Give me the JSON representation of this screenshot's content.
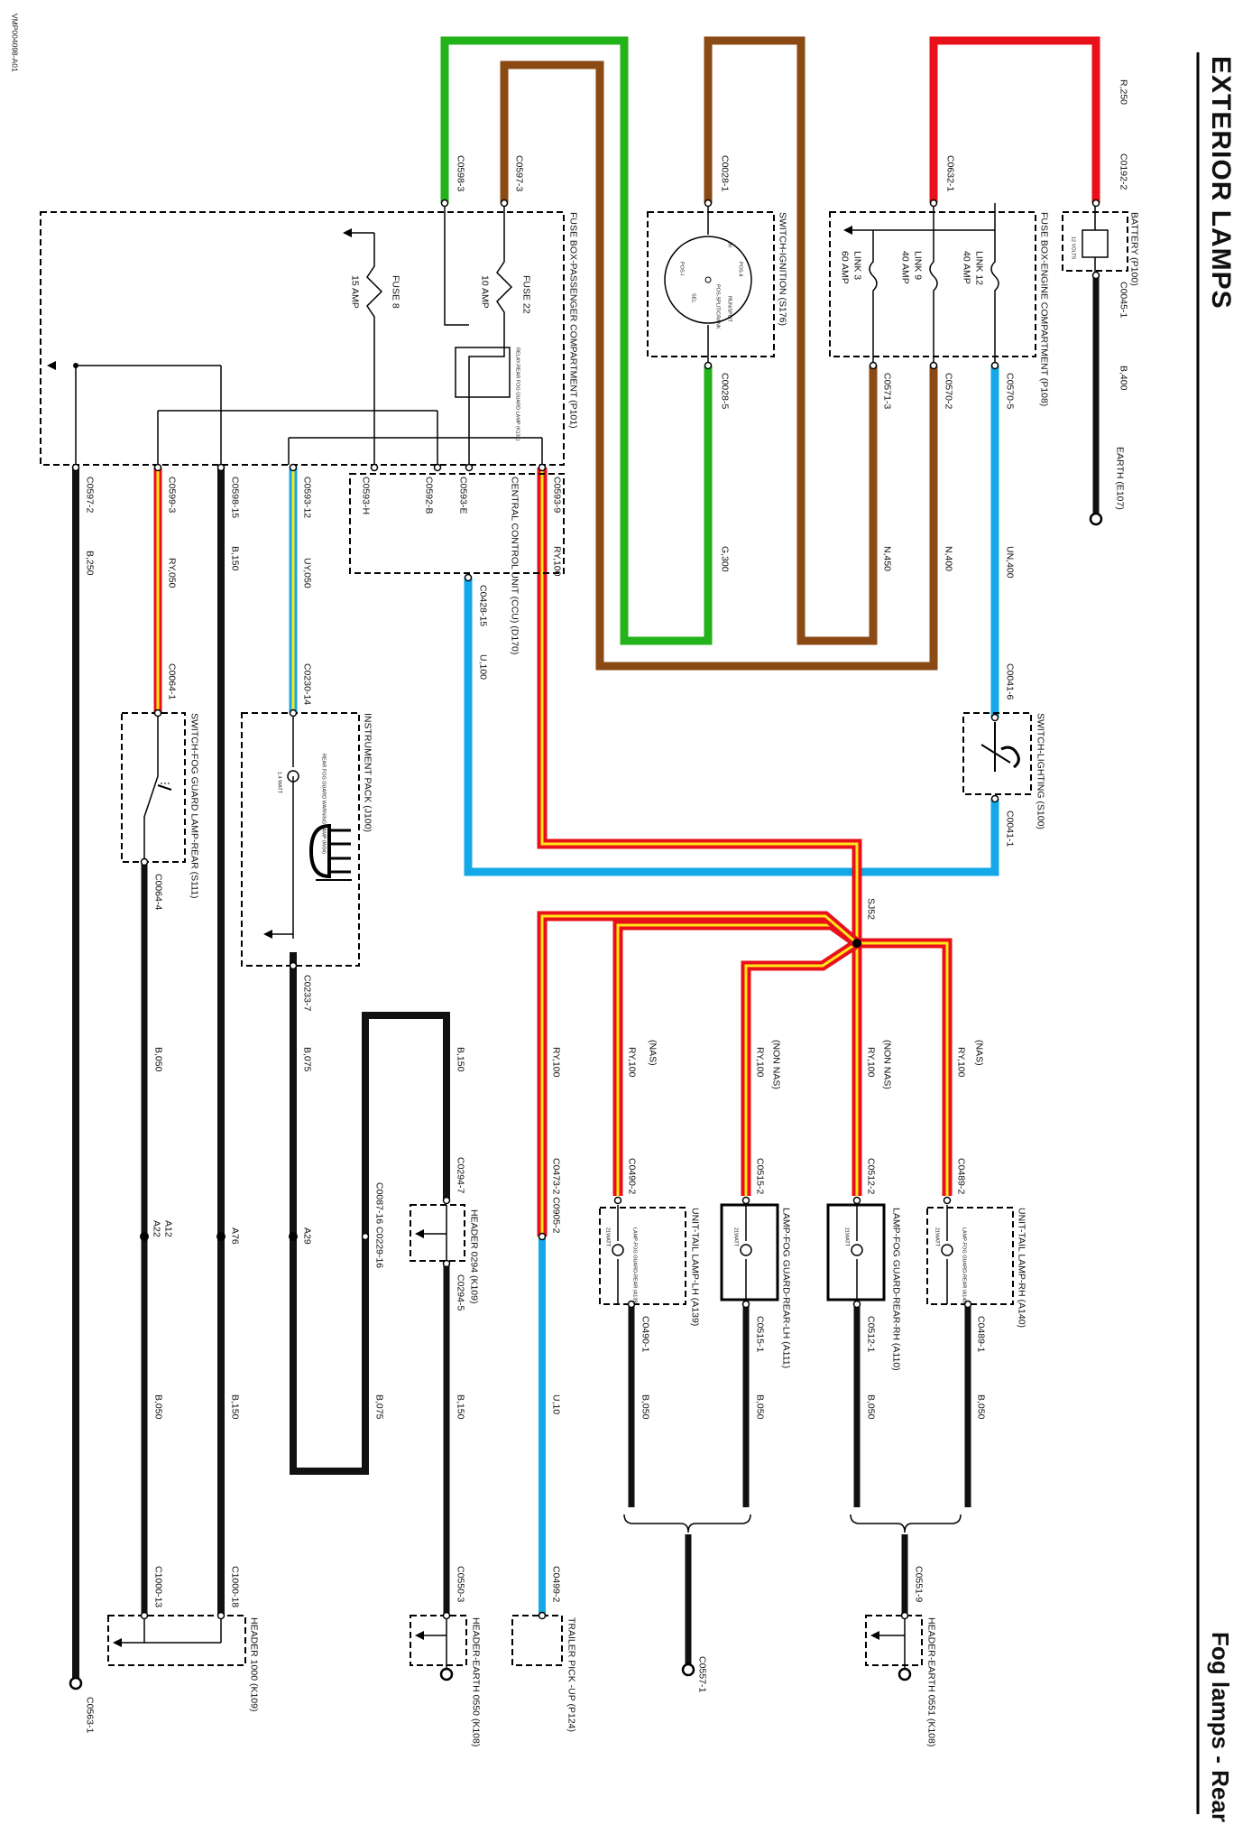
{
  "doc_code": "VMP004098-A01",
  "title": "EXTERIOR LAMPS",
  "subtitle": "Fog lamps - Rear",
  "colors": {
    "red": "#e8101a",
    "green": "#22b21a",
    "brown": "#8b4a14",
    "blue": "#14a8e8",
    "yellow": "#ffe81a",
    "black": "#111111",
    "dark_red": "#d0101a"
  },
  "components": {
    "battery": {
      "name": "BATTERY (P100)",
      "volts": "12 VOLTS"
    },
    "fusebox_engine": {
      "name": "FUSE BOX-ENGINE COMPARTMENT (P108)",
      "links": [
        {
          "name": "LINK 12",
          "rating": "40 AMP"
        },
        {
          "name": "LINK 9",
          "rating": "40 AMP"
        },
        {
          "name": "LINK 3",
          "rating": "60 AMP"
        }
      ]
    },
    "ignition_switch": {
      "name": "SWITCH-IGNITION (S176)",
      "positions": [
        "I/II",
        "POS-II",
        "POS-I",
        "RUN/SPLIT",
        "POS-SPLIT/CRANK",
        "SEL"
      ]
    },
    "fusebox_passenger": {
      "name": "FUSE BOX-PASSENGER COMPARTMENT (P101)",
      "fuses": [
        {
          "name": "FUSE 22",
          "rating": "10 AMP"
        },
        {
          "name": "FUSE 8",
          "rating": "15 AMP"
        }
      ],
      "relay": "RELAY-REAR FOG GUARD LAMP (K131)"
    },
    "ccu": "CENTRAL CONTROL UNIT (CCU) (D170)",
    "lighting_switch": "SWITCH-LIGHTING (S100)",
    "instrument_pack": {
      "name": "INSTRUMENT PACK (J100)",
      "lamp": "REAR FOG GUARD WARNING LAMP (W04)",
      "watt": "1.4 WATT"
    },
    "fog_switch": "SWITCH-FOG GUARD LAMP-REAR (S111)",
    "tail_rh": {
      "name": "UNIT-TAIL LAMP-RH (A140)",
      "lamp": "LAMP-FOG GUARD-REAR (A140)",
      "watt": "21WATT"
    },
    "fog_rh": {
      "name": "LAMP-FOG GUARD-REAR-RH (A110)",
      "watt": "21WATT"
    },
    "fog_lh": {
      "name": "LAMP-FOG GUARD-REAR-LH (A111)",
      "watt": "21WATT"
    },
    "tail_lh": {
      "name": "UNIT-TAIL LAMP-LH (A139)",
      "lamp": "LAMP-FOG GUARD-REAR (A139)",
      "watt": "21WATT"
    },
    "header_0294": "HEADER 0294 (K109)",
    "header_earth_0551": "HEADER-EARTH 0551 (K108)",
    "trailer": "TRAILER PICK -UP (P124)",
    "header_earth_0550": "HEADER-EARTH 0550 (K108)",
    "header_1000": "HEADER 1000 (K109)",
    "earth": "EARTH (E107)",
    "splice": "SJ52"
  },
  "connectors": {
    "r250": "R,250",
    "c0192_2": "C0192-2",
    "c0045_1": "C0045-1",
    "b400": "B,400",
    "c0632_1": "C0632-1",
    "c0028_1": "C0028-1",
    "c0028_5": "C0028-5",
    "c0570_5": "C0570-5",
    "c0570_2": "C0570-2",
    "c0571_3": "C0571-3",
    "un400": "UN,400",
    "n400": "N,400",
    "n450": "N,450",
    "g300": "G,300",
    "c0598_3": "C0598-3",
    "c0597_3": "C0597-3",
    "c0041_6": "C0041-6",
    "c0041_1": "C0041-1",
    "c0593_9": "C0593-9",
    "c0593_e": "C0593-E",
    "c0592_b": "C0592-B",
    "c0593_h": "C0593-H",
    "c0593_12": "C0593-12",
    "c0598_15": "C0598-15",
    "c0599_3": "C0599-3",
    "c0597_2": "C0597-2",
    "c0428_15": "C0428-15",
    "u100a": "U,100",
    "ry100": "RY,100",
    "uy050": "UY,050",
    "ry050": "RY,050",
    "b150": "B,150",
    "b250": "B,250",
    "c0230_14": "C0230-14",
    "c0064_1": "C0064-1",
    "c0064_4": "C0064-4",
    "c0233_7": "C0233-7",
    "b050": "B,050",
    "b075": "B,075",
    "b075b": "B,075",
    "c0489_2": "C0489-2",
    "c0512_2": "C0512-2",
    "c0515_2": "C0515-2",
    "c0490_2": "C0490-2",
    "c0489_1": "C0489-1",
    "c0512_1": "C0512-1",
    "c0515_1": "C0515-1",
    "c0490_1": "C0490-1",
    "nas": "(NAS)",
    "non_nas": "(NON NAS)",
    "c0473_2": "C0473-2 C0905-2",
    "u10": "U,10",
    "c0294_7": "C0294-7",
    "c0294_5": "C0294-5",
    "c0087_16": "C0087-16 C0229-16",
    "a29": "A29",
    "a76": "A76",
    "a12": "A12",
    "a22": "A22",
    "c0551_9": "C0551-9",
    "c0557_1": "C0557-1",
    "c0499_2": "C0499-2",
    "c0550_3": "C0550-3",
    "c1000_18": "C1000-18",
    "c1000_13": "C1000-13",
    "c0563_1": "C0563-1"
  }
}
